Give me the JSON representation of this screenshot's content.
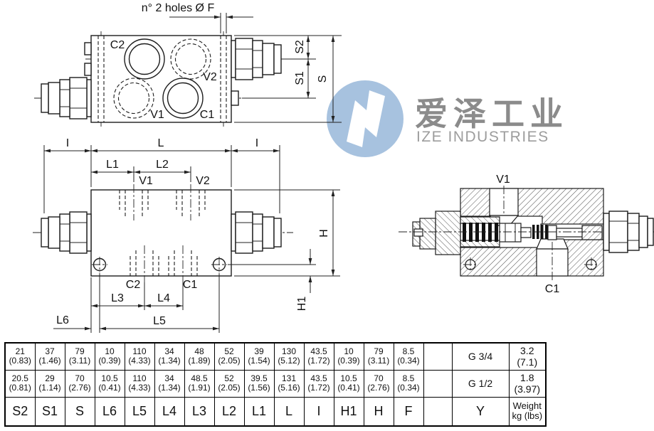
{
  "colors": {
    "line": "#1c1c1c",
    "logo_blue": "#a7c2df",
    "watermark_cn_text": "#8b8b8b",
    "watermark_en_text": "#9d9d9d"
  },
  "watermark": {
    "cn": "爱泽工业",
    "en": "IZE INDUSTRIES"
  },
  "labels": {
    "holes_note": "n° 2 holes Ø F",
    "c1": "C1",
    "c2": "C2",
    "v1": "V1",
    "v2": "V2",
    "s": "S",
    "s1": "S1",
    "s2": "S2",
    "i": "I",
    "l": "L",
    "l1": "L1",
    "l2": "L2",
    "l3": "L3",
    "l4": "L4",
    "l5": "L5",
    "l6": "L6",
    "h": "H",
    "h1": "H1"
  },
  "table": {
    "columns": [
      {
        "header": [
          "S2"
        ],
        "row1": [
          "21",
          "(0.83)"
        ],
        "row2": [
          "20.5",
          "(0.81)"
        ]
      },
      {
        "header": [
          "S1"
        ],
        "row1": [
          "37",
          "(1.46)"
        ],
        "row2": [
          "29",
          "(1.14)"
        ]
      },
      {
        "header": [
          "S"
        ],
        "row1": [
          "79",
          "(3.11)"
        ],
        "row2": [
          "70",
          "(2.76)"
        ]
      },
      {
        "header": [
          "L6"
        ],
        "row1": [
          "10",
          "(0.39)"
        ],
        "row2": [
          "10.5",
          "(0.41)"
        ]
      },
      {
        "header": [
          "L5"
        ],
        "row1": [
          "110",
          "(4.33)"
        ],
        "row2": [
          "110",
          "(4.33)"
        ]
      },
      {
        "header": [
          "L4"
        ],
        "row1": [
          "34",
          "(1.34)"
        ],
        "row2": [
          "34",
          "(1.34)"
        ]
      },
      {
        "header": [
          "L3"
        ],
        "row1": [
          "48",
          "(1.89)"
        ],
        "row2": [
          "48.5",
          "(1.91)"
        ]
      },
      {
        "header": [
          "L2"
        ],
        "row1": [
          "52",
          "(2.05)"
        ],
        "row2": [
          "52",
          "(2.05)"
        ]
      },
      {
        "header": [
          "L1"
        ],
        "row1": [
          "39",
          "(1.54)"
        ],
        "row2": [
          "39.5",
          "(1.56)"
        ]
      },
      {
        "header": [
          "L"
        ],
        "row1": [
          "130",
          "(5.12)"
        ],
        "row2": [
          "131",
          "(5.16)"
        ]
      },
      {
        "header": [
          "I"
        ],
        "row1": [
          "43.5",
          "(1.72)"
        ],
        "row2": [
          "43.5",
          "(1.72)"
        ]
      },
      {
        "header": [
          "H1"
        ],
        "row1": [
          "10",
          "(0.39)"
        ],
        "row2": [
          "10.5",
          "(0.41)"
        ]
      },
      {
        "header": [
          "H"
        ],
        "row1": [
          "79",
          "(3.11)"
        ],
        "row2": [
          "70",
          "(2.76)"
        ]
      },
      {
        "header": [
          "F"
        ],
        "row1": [
          "8.5",
          "(0.34)"
        ],
        "row2": [
          "8.5",
          "(0.34)"
        ]
      },
      {
        "header": [
          ""
        ],
        "row1": [
          ""
        ],
        "row2": [
          ""
        ]
      },
      {
        "header": [
          "Y"
        ],
        "row1": [
          "G 3/4"
        ],
        "row2": [
          "G 1/2"
        ]
      },
      {
        "header": [
          "Weight",
          "kg (lbs)"
        ],
        "row1": [
          "3.2",
          "(7.1)"
        ],
        "row2": [
          "1.8",
          "(3.97)"
        ]
      }
    ]
  }
}
